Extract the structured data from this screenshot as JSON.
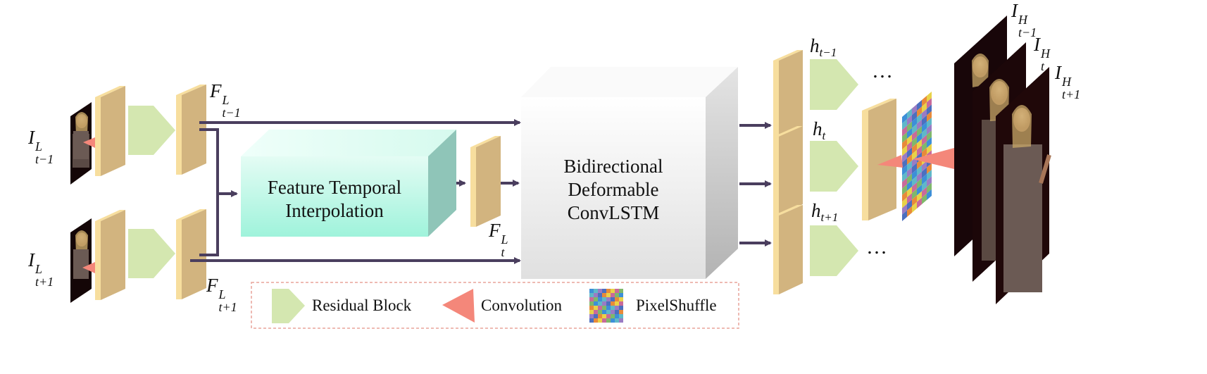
{
  "labels": {
    "input_prev": {
      "base": "I",
      "sup": "L",
      "sub": "t−1"
    },
    "input_next": {
      "base": "I",
      "sup": "L",
      "sub": "t+1"
    },
    "feat_prev": {
      "base": "F",
      "sup": "L",
      "sub": "t−1"
    },
    "feat_next": {
      "base": "F",
      "sup": "L",
      "sub": "t+1"
    },
    "feat_t": {
      "base": "F",
      "sup": "L",
      "sub": "t"
    },
    "h_prev": {
      "base": "h",
      "sub": "t−1"
    },
    "h_t": {
      "base": "h",
      "sub": "t"
    },
    "h_next": {
      "base": "h",
      "sub": "t+1"
    },
    "out_prev": {
      "base": "I",
      "sup": "H",
      "sub": "t−1"
    },
    "out_t": {
      "base": "I",
      "sup": "H",
      "sub": "t"
    },
    "out_next": {
      "base": "I",
      "sup": "H",
      "sub": "t+1"
    }
  },
  "boxes": {
    "fti_line1": "Feature Temporal",
    "fti_line2": "Interpolation",
    "convlstm_line1": "Bidirectional",
    "convlstm_line2": "Deformable",
    "convlstm_line3": "ConvLSTM"
  },
  "ellipsis": "…",
  "legend": {
    "residual": "Residual Block",
    "convolution": "Convolution",
    "pixelshuffle": "PixelShuffle"
  },
  "colors": {
    "feature_front": "#D2B47F",
    "feature_side": "#F7DE9E",
    "residual_block": "#D4E7B0",
    "convolution": "#F4877A",
    "fti_box": "#BDF7E8",
    "arrow": "#4A3E5E",
    "legend_border": "#E8A49A"
  },
  "icons": [
    "residual-block-icon",
    "convolution-icon",
    "pixelshuffle-icon",
    "video-frame-icon"
  ]
}
